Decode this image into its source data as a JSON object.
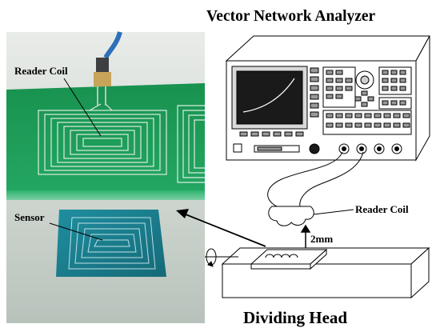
{
  "labels": {
    "vna_title": "Vector Network Analyzer",
    "reader_coil_photo": "Reader Coil",
    "sensor_photo": "Sensor",
    "reader_coil_schematic": "Reader Coil",
    "gap": "2mm",
    "dividing_head": "Dividing Head"
  },
  "colors": {
    "pcb_green": "#1f9a5a",
    "pcb_dark": "#137a45",
    "sensor_teal": "#1a7f8f",
    "cable_blue": "#2d6fb8",
    "trace": "#d9eadf"
  },
  "icons": {
    "rotation": "circular-arrow-icon",
    "gap_arrow": "double-arrow-icon",
    "pointer_arrow": "arrow-icon"
  }
}
